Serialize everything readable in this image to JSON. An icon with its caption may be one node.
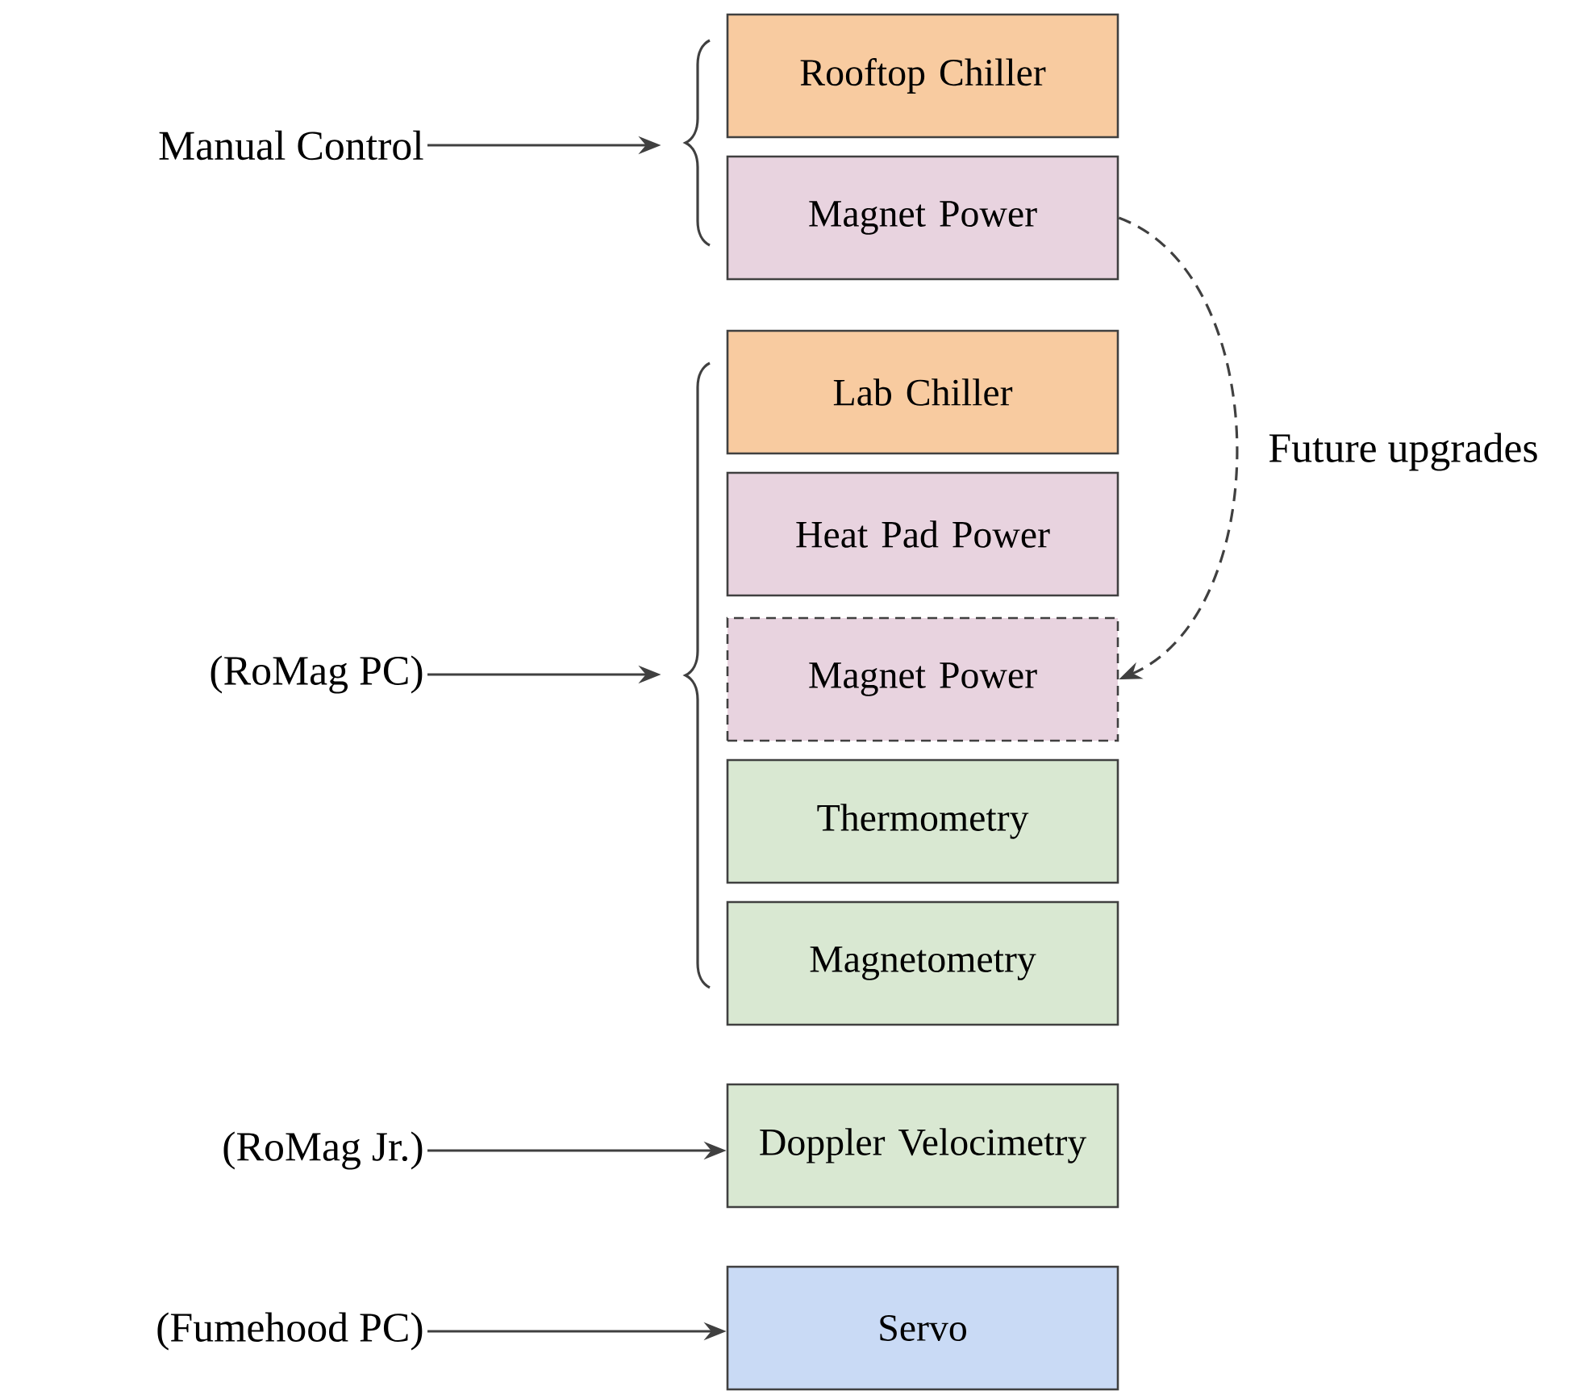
{
  "diagram": {
    "nodes": [
      {
        "text": [
          "Manual Control"
        ]
      },
      {
        "text": [],
        "shape": "brace"
      },
      {
        "text": [
          "Rooftop Chiller"
        ]
      },
      {
        "text": [
          "Magnet Power"
        ]
      },
      {
        "text": [
          "(RoMag PC)"
        ]
      },
      {
        "text": [],
        "shape": "brace"
      },
      {
        "text": [
          "Lab Chiller"
        ]
      },
      {
        "text": [
          "Heat Pad Power"
        ]
      },
      {
        "text": [
          "Magnet Power"
        ]
      },
      {
        "text": [
          "Thermometry"
        ]
      },
      {
        "text": [
          "Magnetometry"
        ]
      },
      {
        "text": [
          "(RoMag Jr.)"
        ]
      },
      {
        "text": [
          "Doppler Velocimetry"
        ]
      },
      {
        "text": [
          "(Fumehood PC)"
        ]
      },
      {
        "text": [
          "Servo"
        ]
      }
    ],
    "edges": [
      {
        "from": 0,
        "to": 1,
        "arrow": "to"
      },
      {
        "from": 3,
        "to": 8,
        "arrow": "to",
        "style": "dashed",
        "label": "Future upgrades"
      },
      {
        "from": 4,
        "to": 5,
        "arrow": "to"
      },
      {
        "from": 11,
        "to": 12,
        "arrow": "to"
      },
      {
        "from": 13,
        "to": 14,
        "arrow": "to"
      }
    ]
  }
}
